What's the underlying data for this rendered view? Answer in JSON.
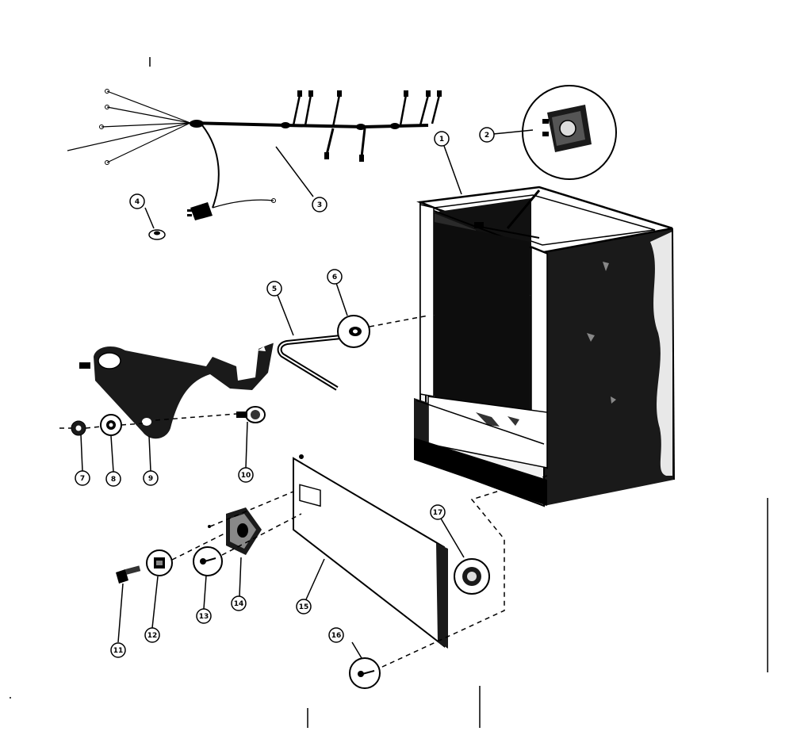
{
  "diagram": {
    "type": "exploded-parts-diagram",
    "colors": {
      "ink": "#000000",
      "paper": "#ffffff",
      "shade": "#1a1a1a"
    },
    "parts": [
      {
        "id": "part-1",
        "label": "1",
        "depicts": "cabinet-frame"
      },
      {
        "id": "part-2",
        "label": "2",
        "depicts": "junction-box-detail"
      },
      {
        "id": "part-3",
        "label": "3",
        "depicts": "wire-harness"
      },
      {
        "id": "part-4",
        "label": "4",
        "depicts": "wire-connector"
      },
      {
        "id": "part-5",
        "label": "5",
        "depicts": "hex-rod"
      },
      {
        "id": "part-6",
        "label": "6",
        "depicts": "grommet"
      },
      {
        "id": "part-7",
        "label": "7",
        "depicts": "nut"
      },
      {
        "id": "part-8",
        "label": "8",
        "depicts": "washer"
      },
      {
        "id": "part-9",
        "label": "9",
        "depicts": "mounting-bracket"
      },
      {
        "id": "part-10",
        "label": "10",
        "depicts": "thumb-screw"
      },
      {
        "id": "part-11",
        "label": "11",
        "depicts": "bolt"
      },
      {
        "id": "part-12",
        "label": "12",
        "depicts": "spring-nut"
      },
      {
        "id": "part-13",
        "label": "13",
        "depicts": "screw"
      },
      {
        "id": "part-14",
        "label": "14",
        "depicts": "receptacle-plate"
      },
      {
        "id": "part-15",
        "label": "15",
        "depicts": "access-panel"
      },
      {
        "id": "part-16",
        "label": "16",
        "depicts": "panel-screw"
      },
      {
        "id": "part-17",
        "label": "17",
        "depicts": "snap-bushing"
      }
    ]
  }
}
